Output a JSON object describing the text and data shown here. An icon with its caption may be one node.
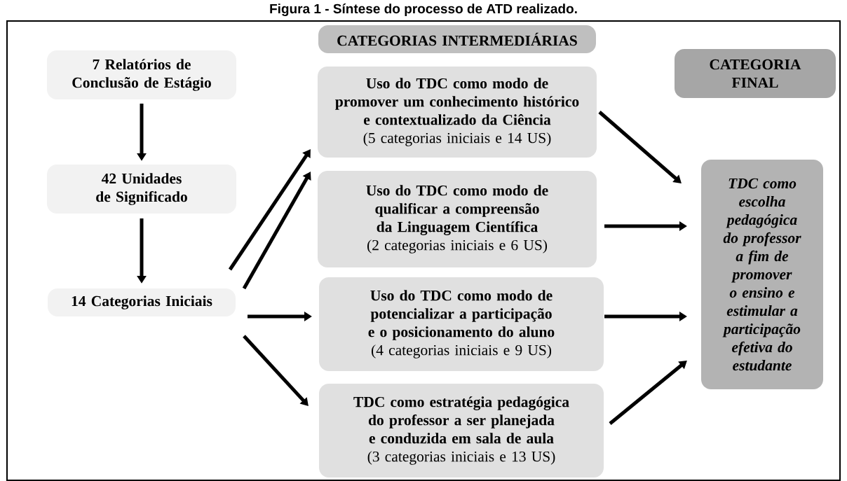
{
  "diagram": {
    "title": "Figura 1 - Síntese do processo de ATD realizado.",
    "nodes": [
      {
        "text": [
          "7 Relatórios de Conclusão de Estágio"
        ]
      },
      {
        "text": [
          "42 Unidades de Significado"
        ]
      },
      {
        "text": [
          "14 Categorias Iniciais"
        ]
      },
      {
        "text": [
          "CATEGORIAS INTERMEDIÁRIAS"
        ]
      },
      {
        "text": [
          "Uso do TDC como modo de promover um conhecimento histórico e contextualizado da Ciência",
          "(5 categorias iniciais e 14 US)"
        ]
      },
      {
        "text": [
          "Uso do TDC como modo de qualificar a compreensão da Linguagem Científica",
          "(2 categorias iniciais e 6 US)"
        ]
      },
      {
        "text": [
          "Uso do TDC como modo de potencializar a participação e o posicionamento do aluno",
          "(4 categorias iniciais e 9 US)"
        ]
      },
      {
        "text": [
          "TDC como estratégia pedagógica do professor a ser planejada e conduzida em sala de aula",
          "(3 categorias iniciais e 13 US)"
        ]
      },
      {
        "text": [
          "CATEGORIA FINAL"
        ]
      },
      {
        "text": [
          "TDC como escolha pedagógica do professor a fim de promover o ensino e estimular a participação efetiva do estudante"
        ]
      }
    ],
    "edges": [
      {
        "from": 0,
        "to": 1,
        "arrow": "to"
      },
      {
        "from": 1,
        "to": 2,
        "arrow": "to"
      },
      {
        "from": 2,
        "to": 4,
        "arrow": "to"
      },
      {
        "from": 2,
        "to": 5,
        "arrow": "to"
      },
      {
        "from": 2,
        "to": 6,
        "arrow": "to"
      },
      {
        "from": 2,
        "to": 7,
        "arrow": "to"
      },
      {
        "from": 4,
        "to": 9,
        "arrow": "to"
      },
      {
        "from": 5,
        "to": 9,
        "arrow": "to"
      },
      {
        "from": 6,
        "to": 9,
        "arrow": "to"
      },
      {
        "from": 7,
        "to": 9,
        "arrow": "to"
      }
    ]
  }
}
